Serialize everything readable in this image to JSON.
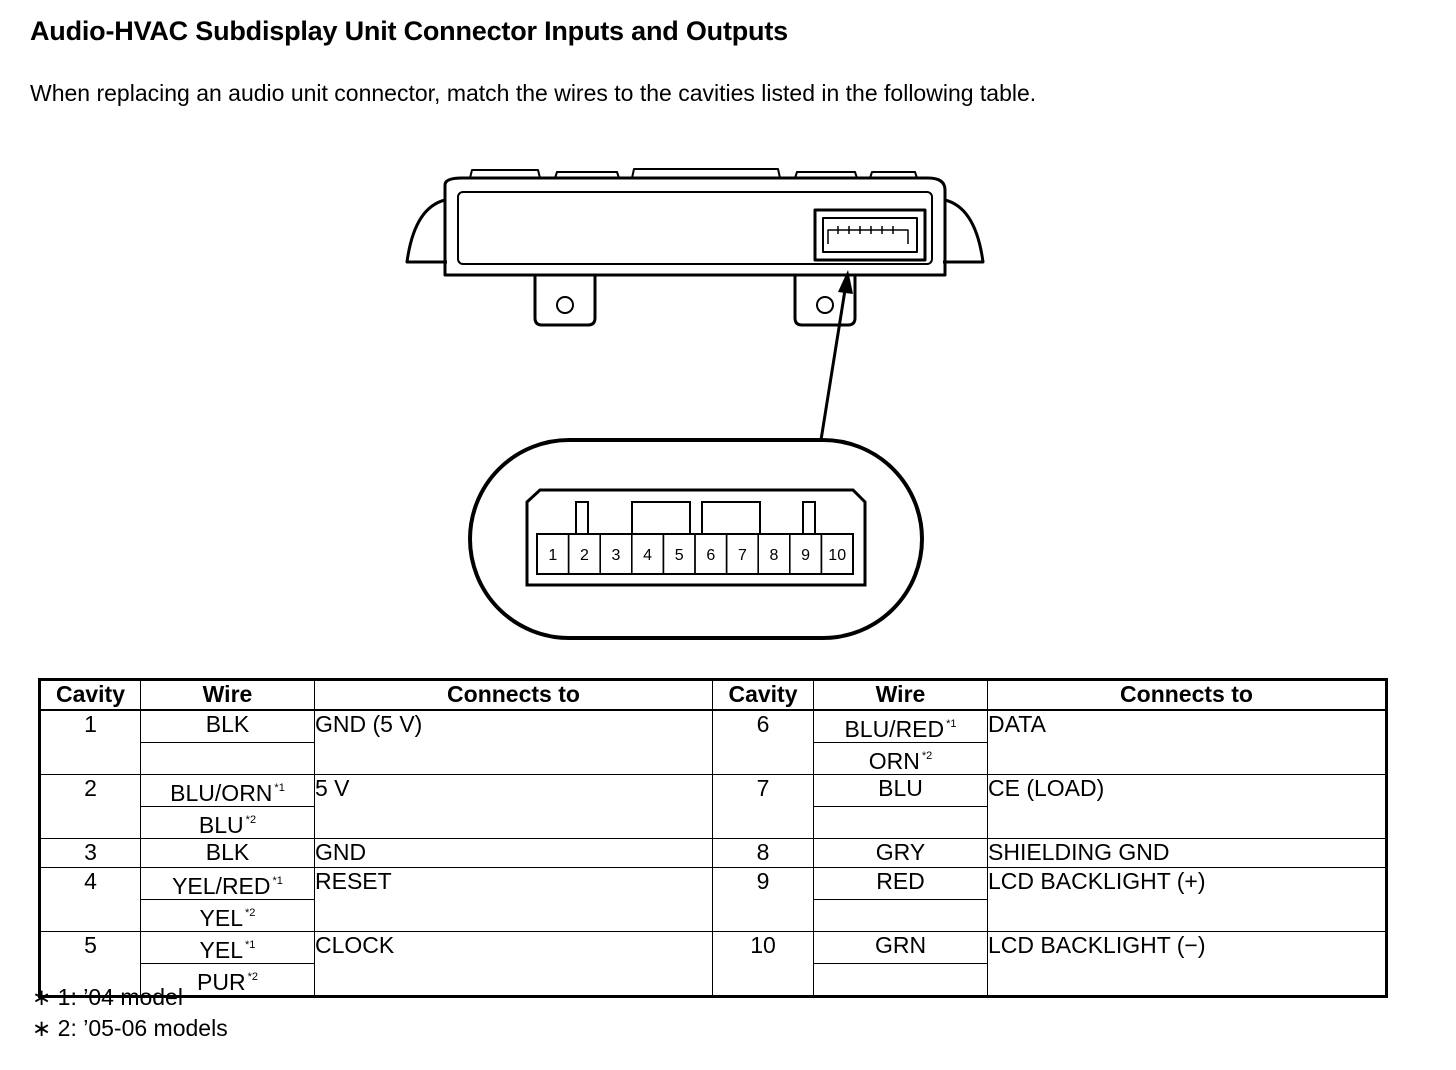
{
  "title": "Audio-HVAC Subdisplay Unit Connector Inputs and Outputs",
  "subtitle": "When replacing an audio unit connector, match the wires to the cavities listed in the following table.",
  "connector_pins": [
    "1",
    "2",
    "3",
    "4",
    "5",
    "6",
    "7",
    "8",
    "9",
    "10"
  ],
  "table": {
    "headers": [
      "Cavity",
      "Wire",
      "Connects to",
      "Cavity",
      "Wire",
      "Connects to"
    ],
    "rows": [
      {
        "cavity": "1",
        "wire_a": "BLK",
        "wire_a_note": "",
        "wire_b": "",
        "wire_b_note": "",
        "connects_to": "GND (5 V)"
      },
      {
        "cavity": "2",
        "wire_a": "BLU/ORN",
        "wire_a_note": "*1",
        "wire_b": "BLU",
        "wire_b_note": "*2",
        "connects_to": "5 V"
      },
      {
        "cavity": "3",
        "wire_a": "BLK",
        "wire_a_note": "",
        "wire_b": "",
        "wire_b_note": "",
        "connects_to": "GND"
      },
      {
        "cavity": "4",
        "wire_a": "YEL/RED",
        "wire_a_note": "*1",
        "wire_b": "YEL",
        "wire_b_note": "*2",
        "connects_to": "RESET"
      },
      {
        "cavity": "5",
        "wire_a": "YEL",
        "wire_a_note": "*1",
        "wire_b": "PUR",
        "wire_b_note": "*2",
        "connects_to": "CLOCK"
      },
      {
        "cavity": "6",
        "wire_a": "BLU/RED",
        "wire_a_note": "*1",
        "wire_b": "ORN",
        "wire_b_note": "*2",
        "connects_to": "DATA"
      },
      {
        "cavity": "7",
        "wire_a": "BLU",
        "wire_a_note": "",
        "wire_b": "",
        "wire_b_note": "",
        "connects_to": "CE (LOAD)"
      },
      {
        "cavity": "8",
        "wire_a": "GRY",
        "wire_a_note": "",
        "wire_b": "",
        "wire_b_note": "",
        "connects_to": "SHIELDING GND"
      },
      {
        "cavity": "9",
        "wire_a": "RED",
        "wire_a_note": "",
        "wire_b": "",
        "wire_b_note": "",
        "connects_to": "LCD BACKLIGHT (+)"
      },
      {
        "cavity": "10",
        "wire_a": "GRN",
        "wire_a_note": "",
        "wire_b": "",
        "wire_b_note": "",
        "connects_to": "LCD BACKLIGHT (−)"
      }
    ]
  },
  "notes": [
    "∗ 1: ’04 model",
    "∗ 2: ’05-06 models"
  ]
}
